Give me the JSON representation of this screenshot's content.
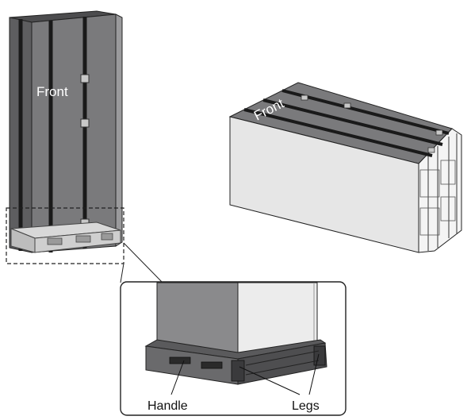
{
  "labels": {
    "front_upright": "Front",
    "front_lying": "Front",
    "handle": "Handle",
    "legs": "Legs"
  },
  "colors": {
    "panel_dark": "#6f6f71",
    "panel_mid": "#8a8a8c",
    "panel_light": "#d6d6d6",
    "side_white": "#eeeeee",
    "strap": "#1a1a1a",
    "outline": "#222222"
  }
}
